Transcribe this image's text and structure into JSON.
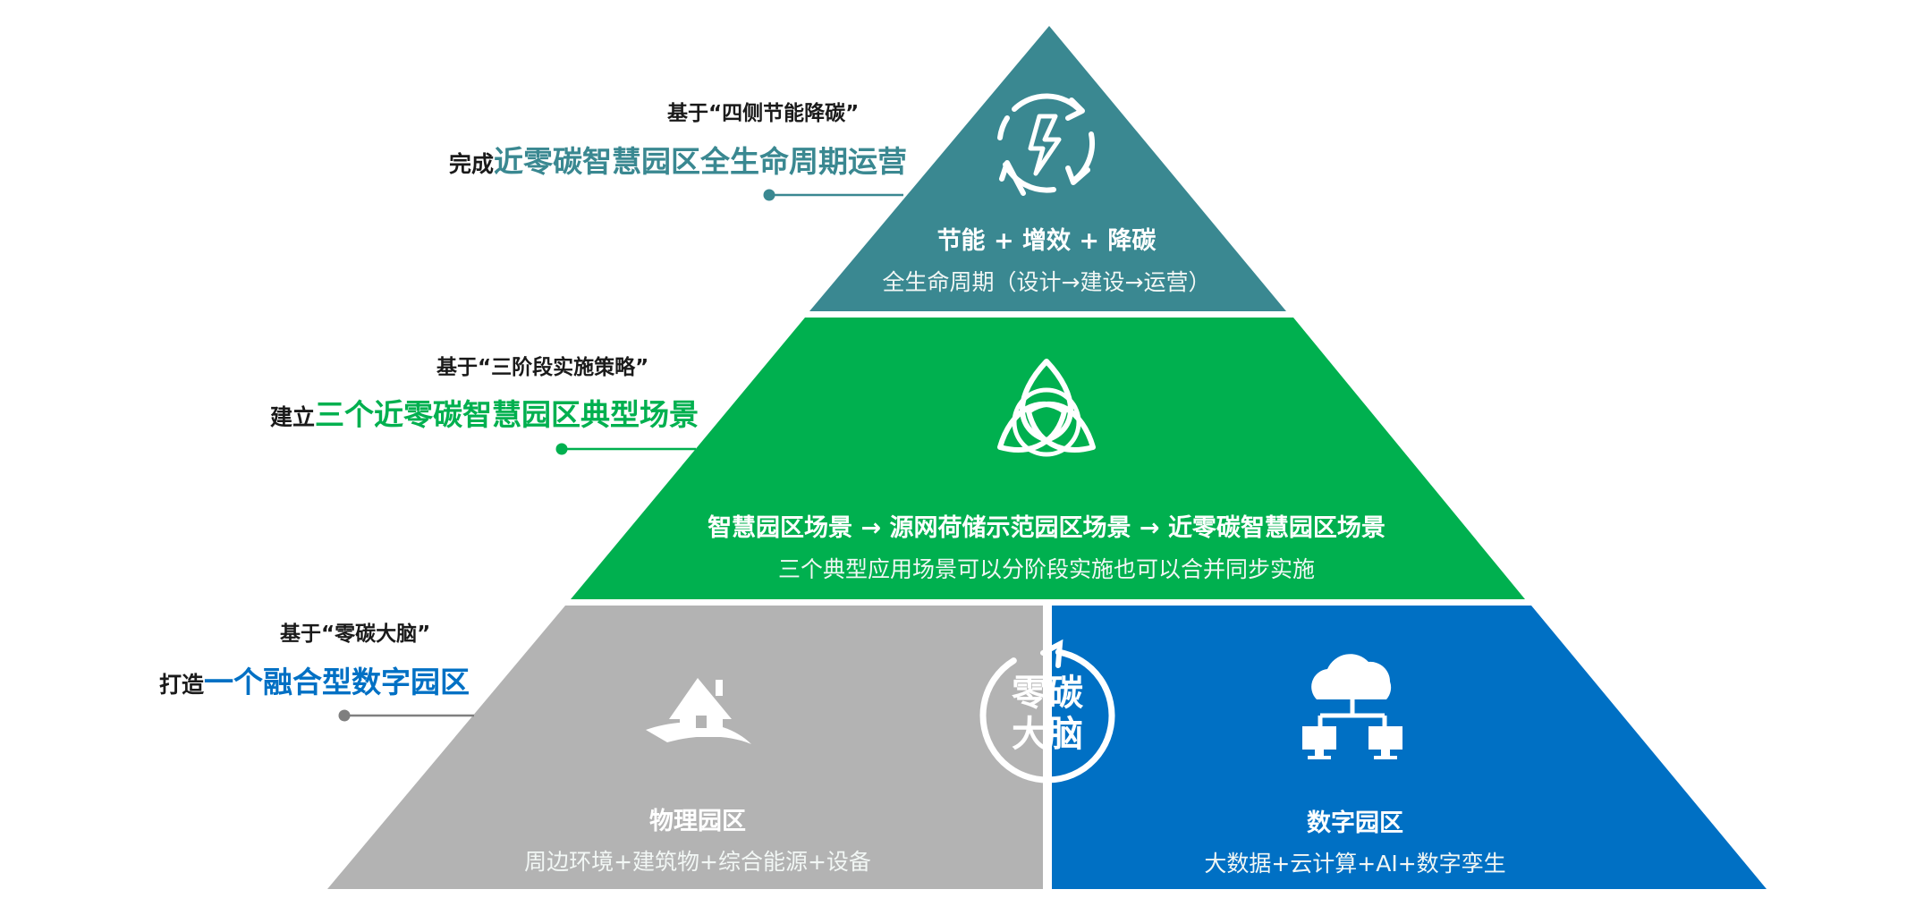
{
  "colors": {
    "teal": "#3a8891",
    "green": "#00b04f",
    "gray": "#b3b3b3",
    "blue": "#0070c4",
    "dark_text": "#1a1a1a"
  },
  "tiers": {
    "top": {
      "icon": "energy-cycle-icon",
      "title": "节能 + 增效 + 降碳",
      "subtitle": "全生命周期（设计→建设→运营）",
      "note_prefix": "基于“四侧节能降碳”",
      "note_lead": "完成",
      "note_highlight": "近零碳智慧园区全生命周期运营"
    },
    "middle": {
      "icon": "triquetra-icon",
      "title_parts": [
        "智慧园区场景",
        "源网荷储示范园区场景",
        "近零碳智慧园区场景"
      ],
      "subtitle": "三个典型应用场景可以分阶段实施也可以合并同步实施",
      "note_prefix": "基于“三阶段实施策略”",
      "note_lead": "建立",
      "note_highlight": "三个近零碳智慧园区典型场景"
    },
    "bottom": {
      "note_prefix": "基于“零碳大脑”",
      "note_lead": "打造",
      "note_highlight": "一个融合型数字园区",
      "left": {
        "icon": "house-icon",
        "title": "物理园区",
        "subtitle": "周边环境+建筑物+综合能源+设备"
      },
      "right": {
        "icon": "cloud-network-icon",
        "title": "数字园区",
        "subtitle": "大数据+云计算+AI+数字孪生"
      },
      "center": {
        "icon": "cycle-arrow-icon",
        "line1": "零碳",
        "line2": "大脑"
      }
    }
  }
}
